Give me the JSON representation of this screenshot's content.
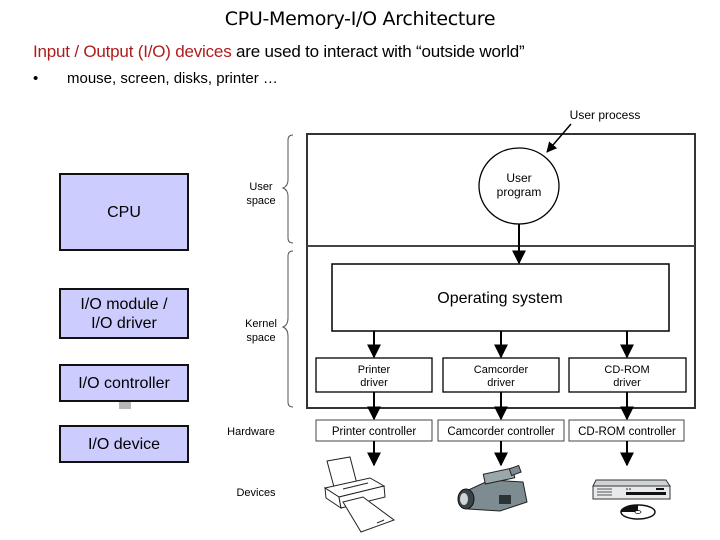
{
  "title": "CPU-Memory-I/O Architecture",
  "intro": {
    "highlight": "Input / Output (I/O) devices",
    "rest": " are used to interact with “outside world”",
    "highlight_color": "#b01c1c"
  },
  "bullet": {
    "marker": "•",
    "text": "mouse, screen, disks, printer …"
  },
  "left_stack": {
    "fill_color": "#ccccff",
    "cpu": "CPU",
    "io_module_line1": "I/O module /",
    "io_module_line2": "I/O driver",
    "io_controller": "I/O controller",
    "io_device": "I/O device"
  },
  "layers": {
    "user_space_line1": "User",
    "user_space_line2": "space",
    "kernel_space_line1": "Kernel",
    "kernel_space_line2": "space",
    "hardware": "Hardware",
    "devices": "Devices"
  },
  "diagram": {
    "user_process": "User process",
    "user_program_line1": "User",
    "user_program_line2": "program",
    "operating_system": "Operating system",
    "drivers": [
      {
        "line1": "Printer",
        "line2": "driver"
      },
      {
        "line1": "Camcorder",
        "line2": "driver"
      },
      {
        "line1": "CD-ROM",
        "line2": "driver"
      }
    ],
    "controllers": [
      "Printer controller",
      "Camcorder controller",
      "CD-ROM controller"
    ],
    "device_icons": [
      "printer-icon",
      "camcorder-icon",
      "cdrom-drive-icon"
    ]
  }
}
